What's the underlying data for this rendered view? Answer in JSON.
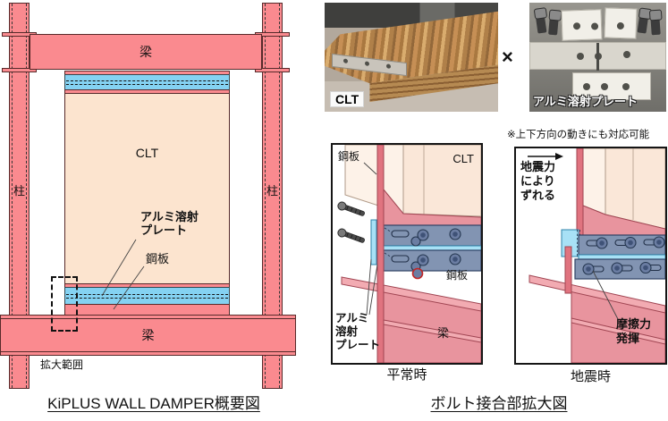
{
  "colors": {
    "frame_pink": "#fa8a8f",
    "frame_border": "#572a2a",
    "clt_peach": "#fce4cf",
    "aluminum_blue": "#84d2f2",
    "detail_red": "#e8949e",
    "detail_red_light": "#f2abb2",
    "detail_red_border": "#a04552",
    "plate_bluegray": "#8294b2",
    "plate_border": "#2e4264",
    "lightblue": "#a8e1f6",
    "clt_front": "#fae7d8",
    "clt_side": "#fdf2e8",
    "clt_border": "#b09a88"
  },
  "left_diagram": {
    "title": "KiPLUS WALL DAMPER概要図",
    "labels": {
      "beam_top": "梁",
      "beam_bottom": "梁",
      "column_left": "柱",
      "column_right": "柱",
      "clt": "CLT",
      "aluminum_line1": "アルミ溶射",
      "aluminum_line2": "プレート",
      "steel_plate": "鋼板",
      "zoom_area": "拡大範囲"
    }
  },
  "photos": {
    "clt_caption": "CLT",
    "multiply": "×",
    "plate_caption": "アルミ溶射プレート"
  },
  "detail": {
    "title": "ボルト接合部拡大図",
    "note": "※上下方向の動きにも対応可能",
    "normal": {
      "caption": "平常時",
      "steel_plate_top": "鋼板",
      "clt": "CLT",
      "steel_plate_mid": "鋼板",
      "beam": "梁",
      "aluminum_line1": "アルミ",
      "aluminum_line2": "溶射",
      "aluminum_line3": "プレート"
    },
    "quake": {
      "caption": "地震時",
      "seismic_line1": "地震力",
      "seismic_line2": "により",
      "seismic_line3": "ずれる",
      "friction_line1": "摩擦力",
      "friction_line2": "発揮"
    }
  }
}
